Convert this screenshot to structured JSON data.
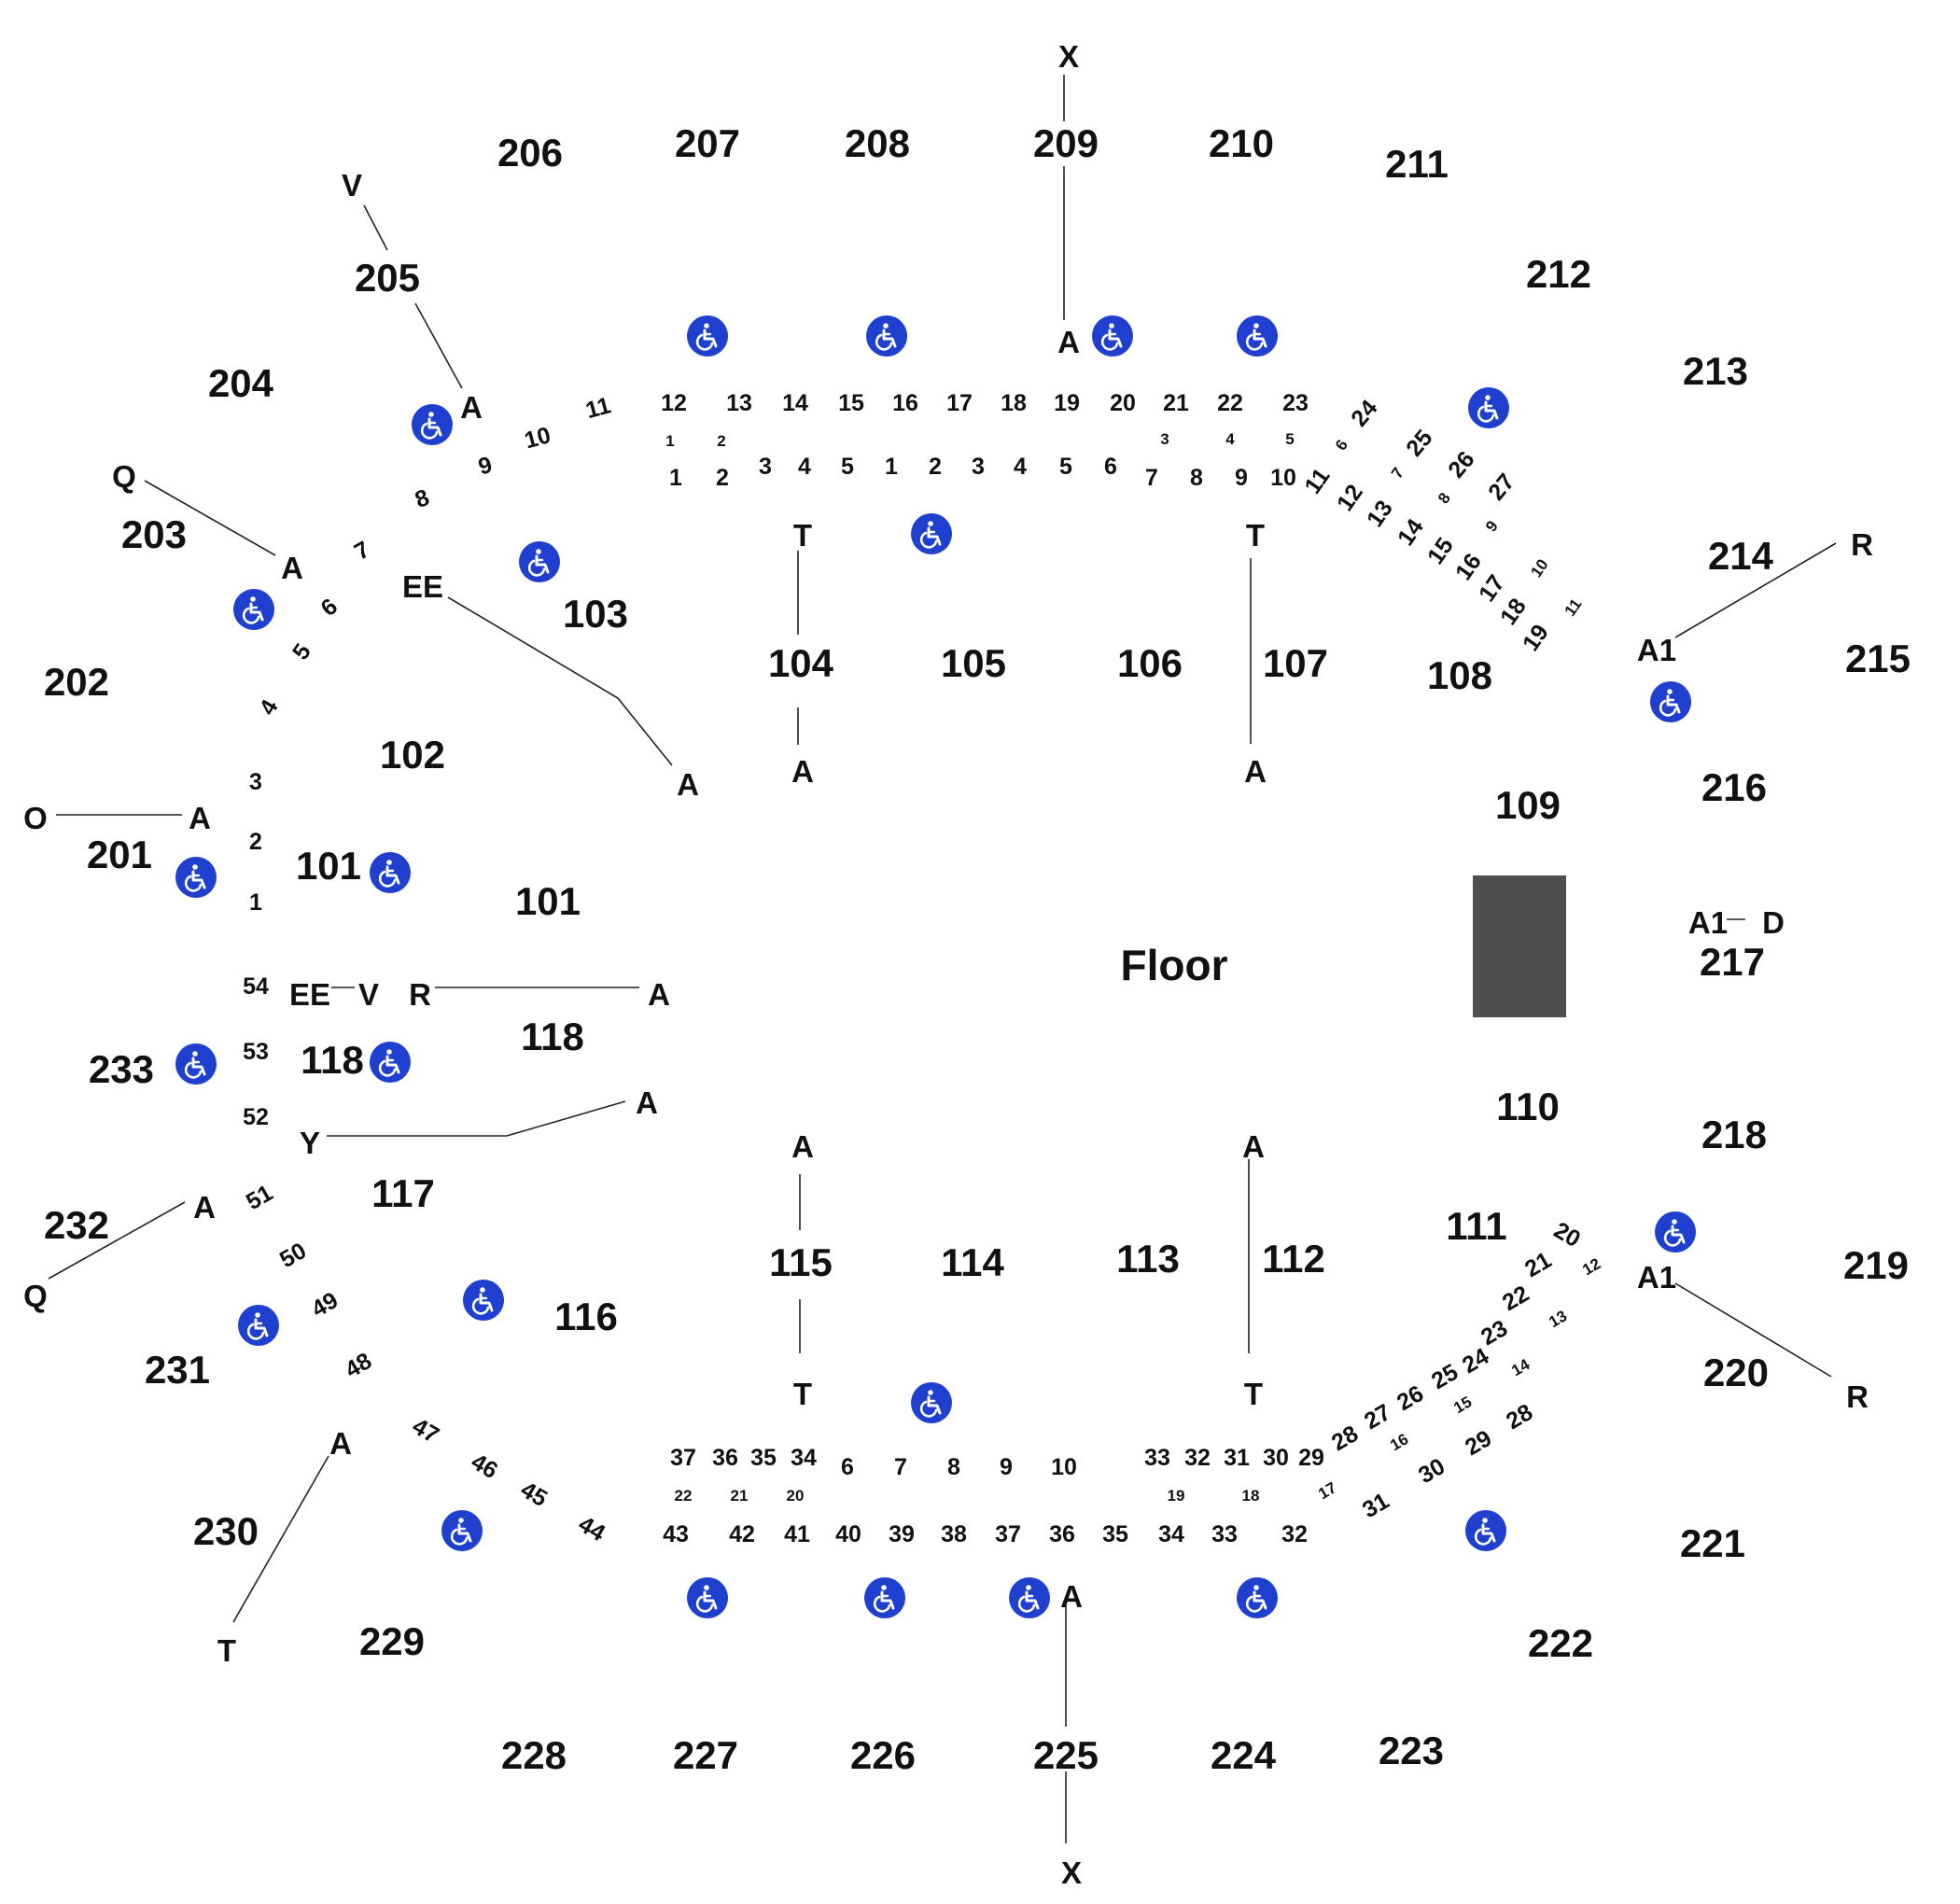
{
  "colors": {
    "background": "#ffffff",
    "text": "#111111",
    "stage": "#4f4f4f",
    "accessible": "#1f3fcf"
  },
  "icon_names": {
    "accessible": "wheelchair-icon",
    "stage": "stage-block"
  },
  "floor_label": "Floor",
  "sections_upper": {
    "s201": "201",
    "s202": "202",
    "s203": "203",
    "s204": "204",
    "s205": "205",
    "s206": "206",
    "s207": "207",
    "s208": "208",
    "s209": "209",
    "s210": "210",
    "s211": "211",
    "s212": "212",
    "s213": "213",
    "s214": "214",
    "s215": "215",
    "s216": "216",
    "s217": "217",
    "s218": "218",
    "s219": "219",
    "s220": "220",
    "s221": "221",
    "s222": "222",
    "s223": "223",
    "s224": "224",
    "s225": "225",
    "s226": "226",
    "s227": "227",
    "s228": "228",
    "s229": "229",
    "s230": "230",
    "s231": "231",
    "s232": "232",
    "s233": "233"
  },
  "sections_lower": {
    "s101a": "101",
    "s101b": "101",
    "s102": "102",
    "s103": "103",
    "s104": "104",
    "s105": "105",
    "s106": "106",
    "s107": "107",
    "s108": "108",
    "s109": "109",
    "s110": "110",
    "s111": "111",
    "s112": "112",
    "s113": "113",
    "s114": "114",
    "s115": "115",
    "s116": "116",
    "s117": "117",
    "s118a": "118",
    "s118b": "118"
  },
  "row_letters": {
    "x_top": "X",
    "a_209": "A",
    "v_205": "V",
    "a_205": "A",
    "q_203": "Q",
    "a_203": "A",
    "ee_103": "EE",
    "a_102": "A",
    "t_104": "T",
    "a_104": "A",
    "t_107": "T",
    "a_107": "A",
    "r_214": "R",
    "a1_214": "A1",
    "o_201": "O",
    "a_201": "A",
    "a1_217": "A1",
    "d_217": "D",
    "ee_118": "EE",
    "v_118": "V",
    "r_118": "R",
    "a_118": "A",
    "y_117": "Y",
    "a_117": "A",
    "a_232": "A",
    "q_232": "Q",
    "a_115": "A",
    "t_115": "T",
    "a_112": "A",
    "t_112": "T",
    "a1_220": "A1",
    "r_220": "R",
    "a_230": "A",
    "t_230": "T",
    "a_225": "A",
    "x_bottom": "X"
  },
  "seat_numbers": {
    "top_upper": [
      "12",
      "13",
      "14",
      "15",
      "16",
      "17",
      "18",
      "19",
      "20",
      "21",
      "22",
      "23"
    ],
    "top_upper_small": [
      "1",
      "2",
      "3",
      "4",
      "5"
    ],
    "top_lower": [
      "1",
      "2",
      "3",
      "4",
      "5",
      "1",
      "2",
      "3",
      "4",
      "5",
      "6",
      "7",
      "8",
      "9",
      "10"
    ],
    "left_top_arc": [
      "11",
      "10",
      "9",
      "8",
      "7",
      "6",
      "5",
      "4",
      "3",
      "2",
      "1"
    ],
    "right_top_arc_outer": [
      "24",
      "25",
      "26",
      "27"
    ],
    "right_top_arc_small": [
      "6",
      "7",
      "8",
      "9",
      "10",
      "11"
    ],
    "right_top_arc_inner": [
      "11",
      "12",
      "13",
      "14",
      "15",
      "16",
      "17",
      "18",
      "19"
    ],
    "left_bottom_arc": [
      "54",
      "53",
      "52",
      "51",
      "50",
      "49",
      "48",
      "47",
      "46",
      "45",
      "44"
    ],
    "bottom_upper": [
      "37",
      "36",
      "35",
      "34",
      "6",
      "7",
      "8",
      "9",
      "10",
      "33",
      "32",
      "31",
      "30",
      "29"
    ],
    "bottom_small": [
      "22",
      "21",
      "20",
      "19",
      "18"
    ],
    "bottom_lower": [
      "43",
      "42",
      "41",
      "40",
      "39",
      "38",
      "37",
      "36",
      "35",
      "34",
      "33",
      "32"
    ],
    "right_bottom_arc_outer": [
      "20",
      "21",
      "22",
      "23",
      "24",
      "25",
      "26",
      "27",
      "28"
    ],
    "right_bottom_arc_small": [
      "12",
      "13",
      "14",
      "15",
      "16",
      "17"
    ],
    "right_bottom_arc_inner": [
      "28",
      "29",
      "30",
      "31"
    ]
  }
}
